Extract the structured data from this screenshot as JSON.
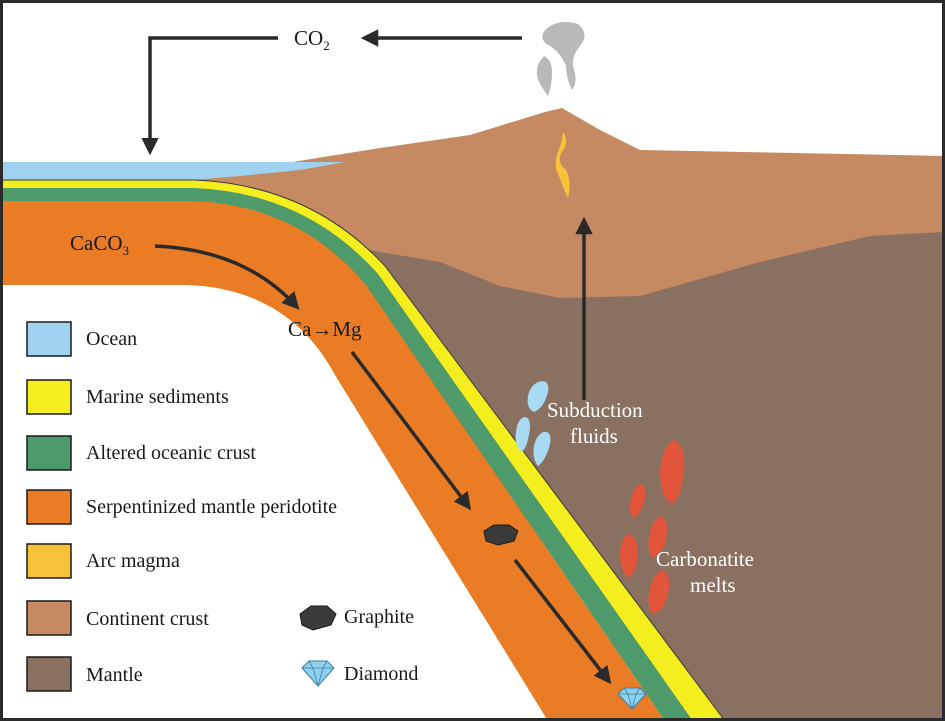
{
  "labels": {
    "co2_main": "CO",
    "co2_sub": "2",
    "caco3_main": "CaCO",
    "caco3_sub": "3",
    "ca_mg": "Ca→Mg",
    "subduction_line1": "Subduction",
    "subduction_line2": "fluids",
    "carbonatite_line1": "Carbonatite",
    "carbonatite_line2": "melts"
  },
  "legend": {
    "ocean": "Ocean",
    "marine_sediments": "Marine sediments",
    "altered_oceanic_crust": "Altered oceanic crust",
    "serpentinized_mantle": "Serpentinized mantle peridotite",
    "arc_magma": "Arc magma",
    "continent_crust": "Continent crust",
    "mantle": "Mantle",
    "graphite": "Graphite",
    "diamond": "Diamond"
  },
  "colors": {
    "ocean": "#9fd2ee",
    "marine_sediments": "#f4ee1e",
    "altered_oceanic_crust": "#4f9a6a",
    "serpentinized_mantle": "#e97c24",
    "arc_magma": "#f5c238",
    "continent_crust": "#c58a62",
    "mantle": "#8a7060",
    "subduction_fluids": "#a8daf2",
    "carbonatite_melts": "#e2553a",
    "graphite": "#3a3a3a",
    "diamond": "#8fd0ef",
    "arrow": "#2a2a2a",
    "plume": "#b9b9b9"
  },
  "icons": {
    "graphite": "graphite-hexagon-icon",
    "diamond": "diamond-gem-icon"
  }
}
